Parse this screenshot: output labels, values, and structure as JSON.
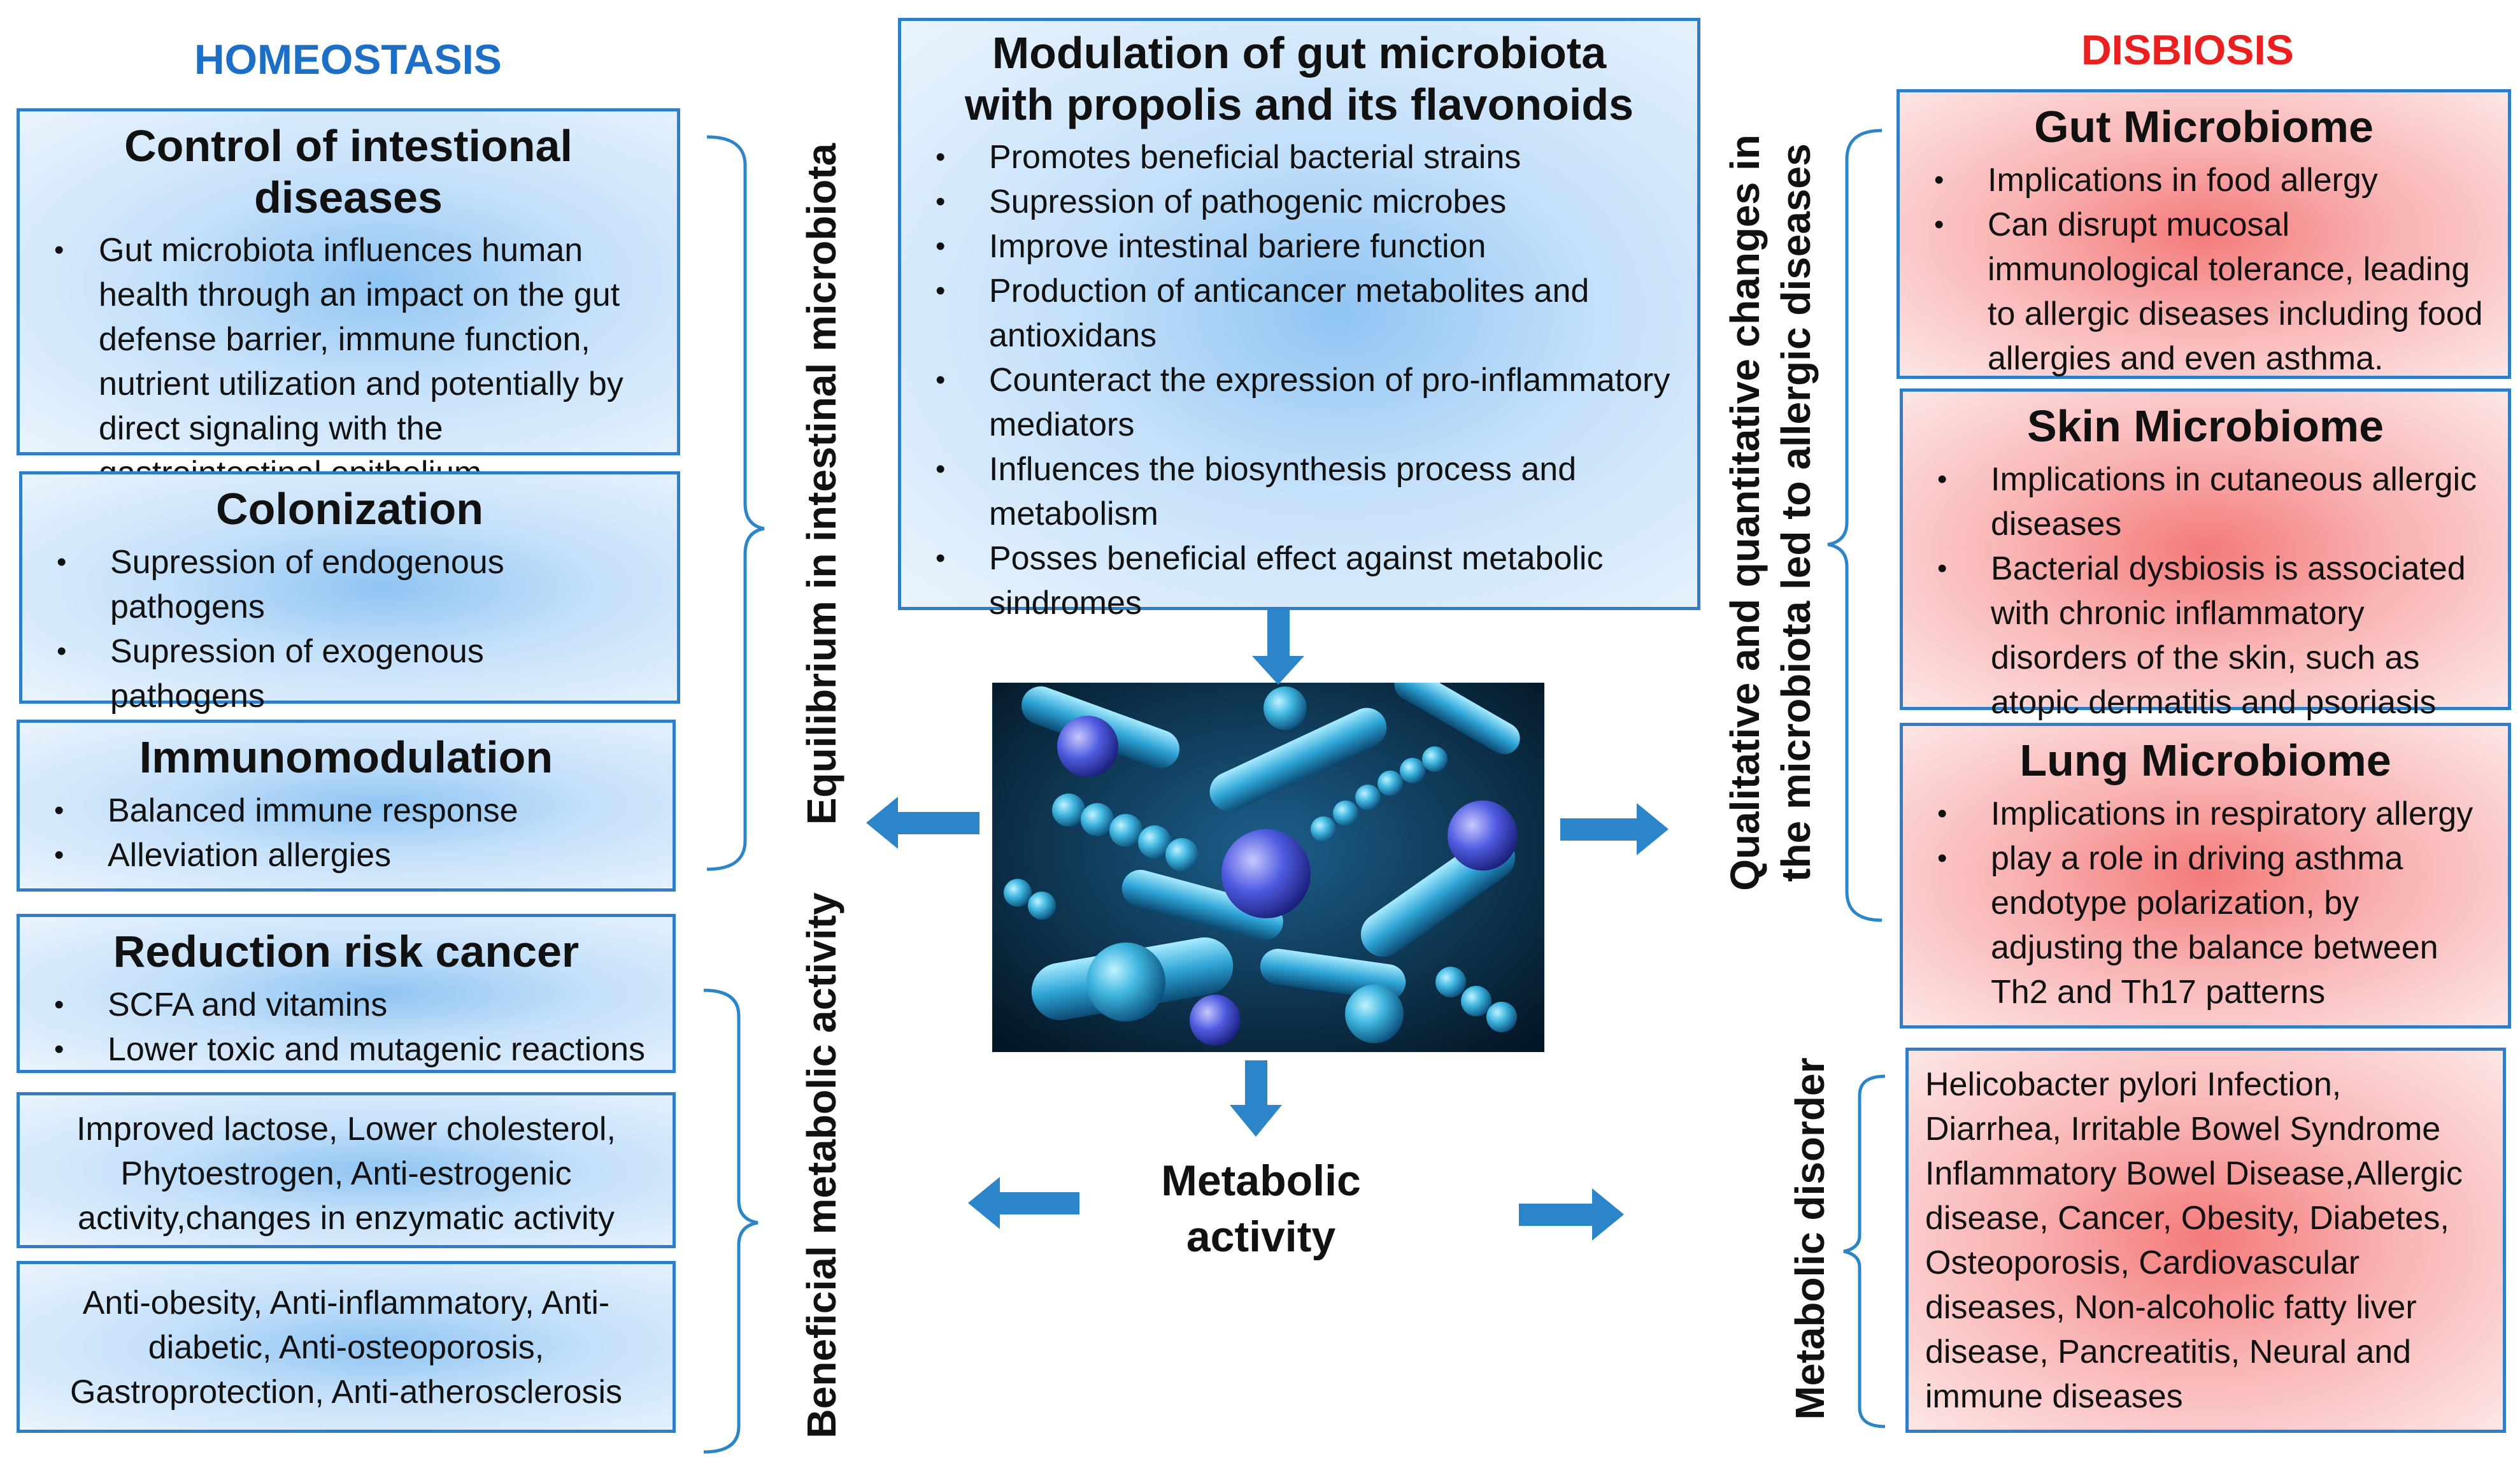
{
  "headers": {
    "left": "HOMEOSTASIS",
    "right": "DISBIOSIS"
  },
  "colors": {
    "accent_blue": "#1c6fc4",
    "accent_red": "#e8201f",
    "border_blue": "#2f7fc8",
    "arrow_blue": "#2c85c8"
  },
  "center_top": {
    "title": "Modulation of gut microbiota with propolis and its flavonoids",
    "items": [
      "Promotes beneficial bacterial strains",
      "Supression of pathogenic microbes",
      "Improve intestinal bariere function",
      "Production of anticancer metabolites and antioxidans",
      "Counteract the expression of pro-inflammatory mediators",
      "Influences the biosynthesis process and metabolism",
      "Posses beneficial effect against metabolic sindromes"
    ]
  },
  "left_boxes": [
    {
      "title": "Control of intestional diseases",
      "items": [
        "Gut microbiota influences human health through an impact on the gut defense barrier, immune function, nutrient utilization and potentially by direct signaling with the gastrointestinal epithelium."
      ]
    },
    {
      "title": "Colonization",
      "items": [
        "Supression of endogenous pathogens",
        "Supression of exogenous pathogens"
      ]
    },
    {
      "title": "Immunomodulation",
      "items": [
        "Balanced immune response",
        "Alleviation allergies"
      ]
    },
    {
      "title": "Reduction risk cancer",
      "items": [
        "SCFA and vitamins",
        "Lower toxic and mutagenic reactions"
      ]
    }
  ],
  "left_paras": [
    "Improved lactose, Lower cholesterol, Phytoestrogen, Anti-estrogenic activity,changes in enzymatic activity",
    "Anti-obesity, Anti-inflammatory, Anti-diabetic, Anti-osteoporosis, Gastroprotection, Anti-atherosclerosis"
  ],
  "right_boxes": [
    {
      "title": "Gut Microbiome",
      "items": [
        "Implications in food allergy",
        "Can disrupt mucosal immunological tolerance, leading to allergic diseases including food allergies and even asthma."
      ]
    },
    {
      "title": "Skin Microbiome",
      "items": [
        "Implications in cutaneous allergic diseases",
        "Bacterial dysbiosis is associated with chronic inflammatory disorders of the skin, such as atopic dermatitis and psoriasis"
      ]
    },
    {
      "title": "Lung Microbiome",
      "items": [
        "Implications in respiratory allergy",
        "play a role in driving asthma endotype polarization, by adjusting the balance between Th2 and Th17 patterns"
      ]
    }
  ],
  "right_para": "Helicobacter pylori Infection, Diarrhea, Irritable Bowel Syndrome Inflammatory Bowel Disease,Allergic disease, Cancer, Obesity, Diabetes, Osteoporosis, Cardiovascular diseases, Non-alcoholic fatty liver disease, Pancreatitis, Neural and immune diseases",
  "vertical_labels": {
    "equilibrium": "Equilibrium in intestinal microbiota",
    "beneficial": "Beneficial metabolic activity",
    "qualitative_line1": "Qualitative and quantitative changes in",
    "qualitative_line2": "the microbiota led to allergic diseases",
    "metabolic_disorder": "Metabolic disorder"
  },
  "center_label": {
    "line1": "Metabolic",
    "line2": "activity"
  }
}
